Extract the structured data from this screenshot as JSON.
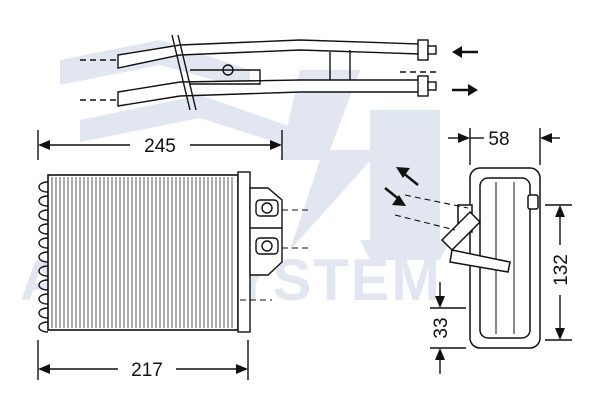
{
  "watermark": {
    "text": "AUTOSYSTEM",
    "color": "#c9d3e6"
  },
  "dimensions": {
    "core_width": "245",
    "core_inner_width": "217",
    "depth": "58",
    "height": "132",
    "pipe_offset": "33"
  },
  "colors": {
    "line": "#111111",
    "fin": "#333333",
    "accent": "#111111"
  }
}
